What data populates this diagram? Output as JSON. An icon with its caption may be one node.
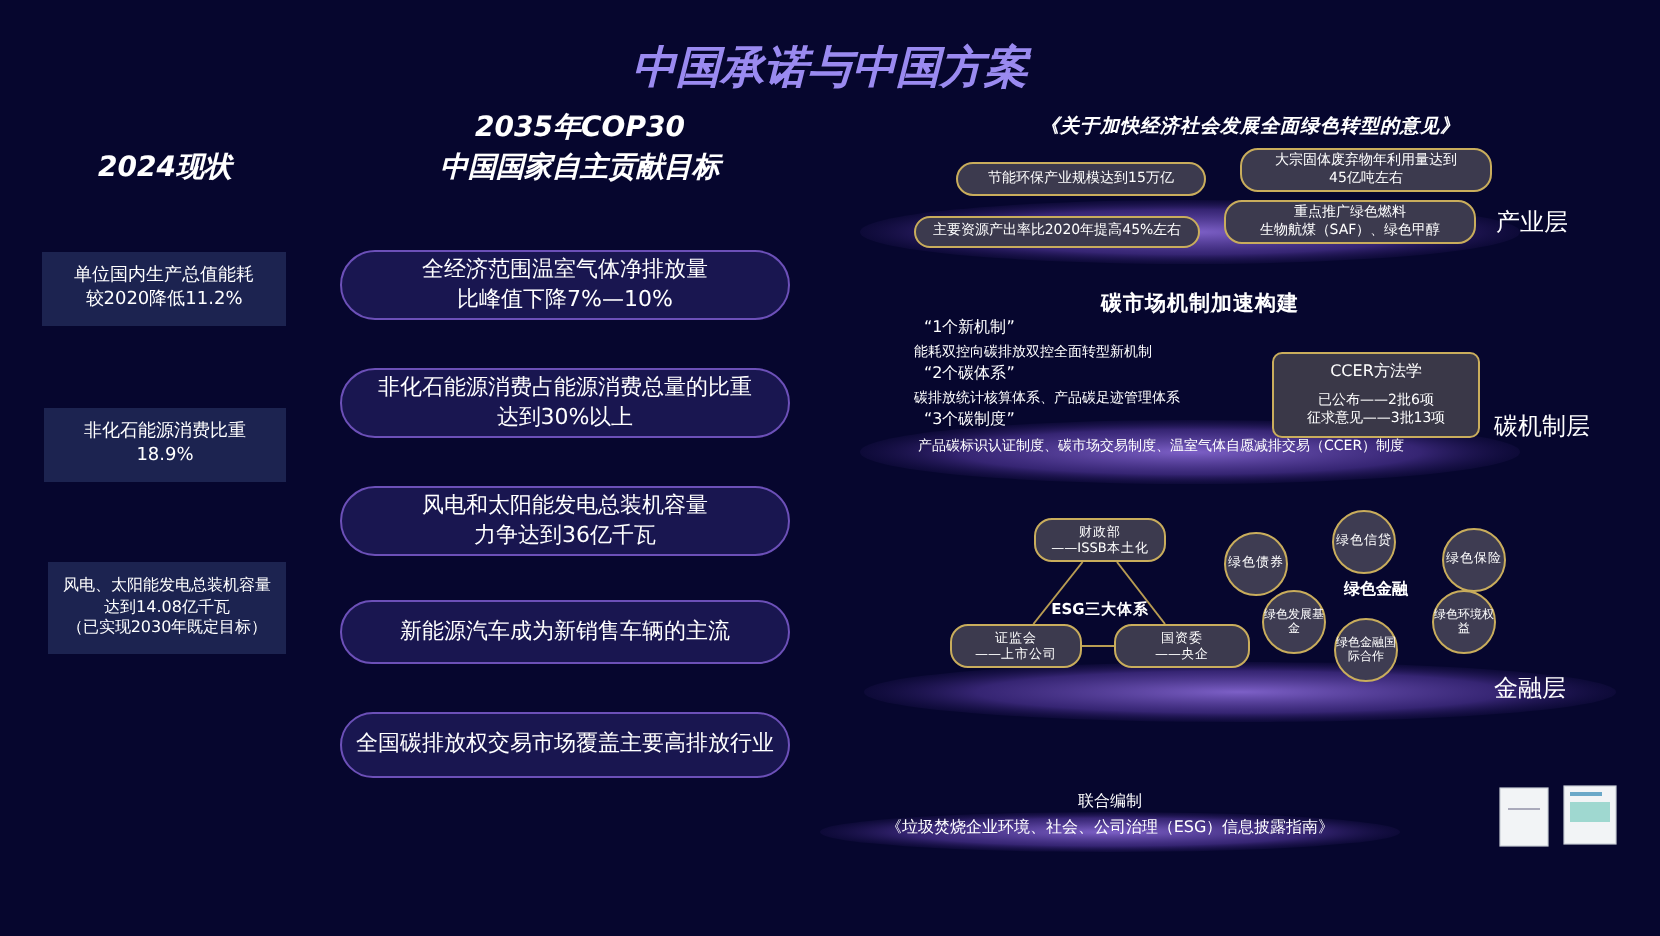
{
  "diagram": {
    "title": "中国承诺与中国方案",
    "nodes": [
      {
        "text": [
          "单位国内生产总值能耗",
          "较2020降低11.2%"
        ]
      },
      {
        "text": [
          "非化石能源消费比重",
          "18.9%"
        ]
      },
      {
        "text": [
          "风电、太阳能发电总装机容量",
          "达到14.08亿千瓦",
          "（已实现2030年既定目标）"
        ]
      },
      {
        "text": [
          "全经济范围温室气体净排放量",
          "比峰值下降7%—10%"
        ]
      },
      {
        "text": [
          "非化石能源消费占能源消费总量的比重",
          "达到30%以上"
        ]
      },
      {
        "text": [
          "风电和太阳能发电总装机容量",
          "力争达到36亿千瓦"
        ]
      },
      {
        "text": [
          "新能源汽车成为新销售车辆的主流"
        ]
      },
      {
        "text": [
          "全国碳排放权交易市场覆盖主要高排放行业"
        ]
      },
      {
        "text": [
          "节能环保产业规模达到15万亿"
        ]
      },
      {
        "text": [
          "大宗固体废弃物年利用量达到",
          "45亿吨左右"
        ]
      },
      {
        "text": [
          "主要资源产出率比2020年提高45%左右"
        ]
      },
      {
        "text": [
          "重点推广绿色燃料",
          "生物航煤（SAF）、绿色甲醇"
        ]
      },
      {
        "text": [
          "CCER方法学",
          "已公布——2批6项",
          "征求意见——3批13项"
        ]
      },
      {
        "text": [
          "财政部",
          "——ISSB本土化"
        ]
      },
      {
        "text": [
          "证监会",
          "——上市公司"
        ]
      },
      {
        "text": [
          "国资委",
          "——央企"
        ]
      },
      {
        "text": [
          "绿色信贷"
        ]
      },
      {
        "text": [
          "绿色保险"
        ]
      },
      {
        "text": [
          "绿色债券"
        ]
      },
      {
        "text": [
          "绿色发展基金"
        ]
      },
      {
        "text": [
          "绿色环境权益"
        ]
      },
      {
        "text": [
          "绿色金融国际合作"
        ]
      },
      {
        "text": [
          "联合编制",
          "《垃圾焚烧企业环境、社会、公司治理（ESG）信息披露指南》"
        ]
      }
    ],
    "edges": [
      {
        "from": 13,
        "to": 14,
        "arrow": "none"
      },
      {
        "from": 13,
        "to": 15,
        "arrow": "none"
      },
      {
        "from": 14,
        "to": 15,
        "arrow": "none"
      }
    ],
    "labels": [
      "2024现状",
      "2035年COP30",
      "中国国家自主贡献目标",
      "《关于加快经济社会发展全面绿色转型的意见》",
      "产业层",
      "碳市场机制加速构建",
      "“1个新机制”",
      "能耗双控向碳排放双控全面转型新机制",
      "“2个碳体系”",
      "碳排放统计核算体系、产品碳足迹管理体系",
      "“3个碳制度”",
      "产品碳标识认证制度、碳市场交易制度、温室气体自愿减排交易（CCER）制度",
      "碳机制层",
      "ESG三大体系",
      "绿色金融",
      "金融层"
    ]
  }
}
